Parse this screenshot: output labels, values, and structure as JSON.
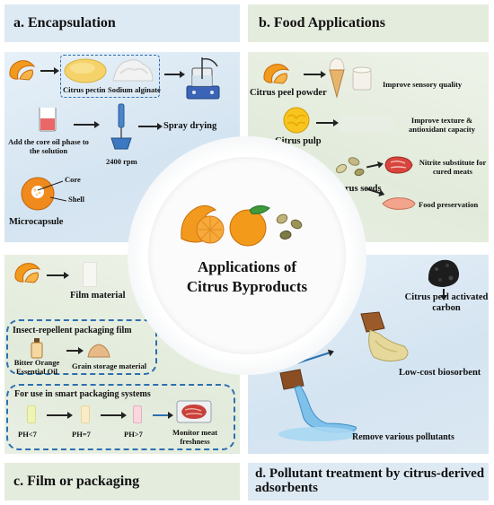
{
  "center": {
    "title_line1": "Applications of",
    "title_line2": "Citrus Byproducts"
  },
  "quad_a": {
    "title": "a. Encapsulation",
    "citrus_pectin": "Citrus pectin",
    "sodium_alginate": "Sodium alginate",
    "add_core_oil": "Add the core oil phase to the solution",
    "rpm": "2400 rpm",
    "spray_drying": "Spray drying",
    "core": "Core",
    "shell": "Shell",
    "microcapsule": "Microcapsule"
  },
  "quad_b": {
    "title": "b. Food Applications",
    "peel_powder": "Citrus peel powder",
    "sensory": "Improve sensory quality",
    "pulp": "Citrus pulp",
    "texture": "Improve texture & antioxidant capacity",
    "seeds": "Citrus seeds",
    "nitrite": "Nitrite substitute for cured meats",
    "preservation": "Food preservation"
  },
  "quad_c": {
    "title": "c. Film or packaging",
    "film_material": "Film material",
    "insect_title": "Insect-repellent packaging film",
    "bitter_orange": "Bitter Orange Essential Oil",
    "grain": "Grain storage material",
    "smart_title": "For use in smart packaging systems",
    "ph_lt7": "PH<7",
    "ph_eq7": "PH=7",
    "ph_gt7": "PH>7",
    "monitor": "Monitor meat freshness"
  },
  "quad_d": {
    "title": "d. Pollutant treatment by citrus-derived adsorbents",
    "activated_carbon": "Citrus peel activated carbon",
    "biosorbent": "Low-cost biosorbent",
    "pollutants": "Remove various pollutants"
  },
  "colors": {
    "blue_panel": "#d4e4f1",
    "green_panel": "#e2ebdb",
    "dash_blue": "#2c6fb0",
    "orange": "#f08a1c"
  }
}
